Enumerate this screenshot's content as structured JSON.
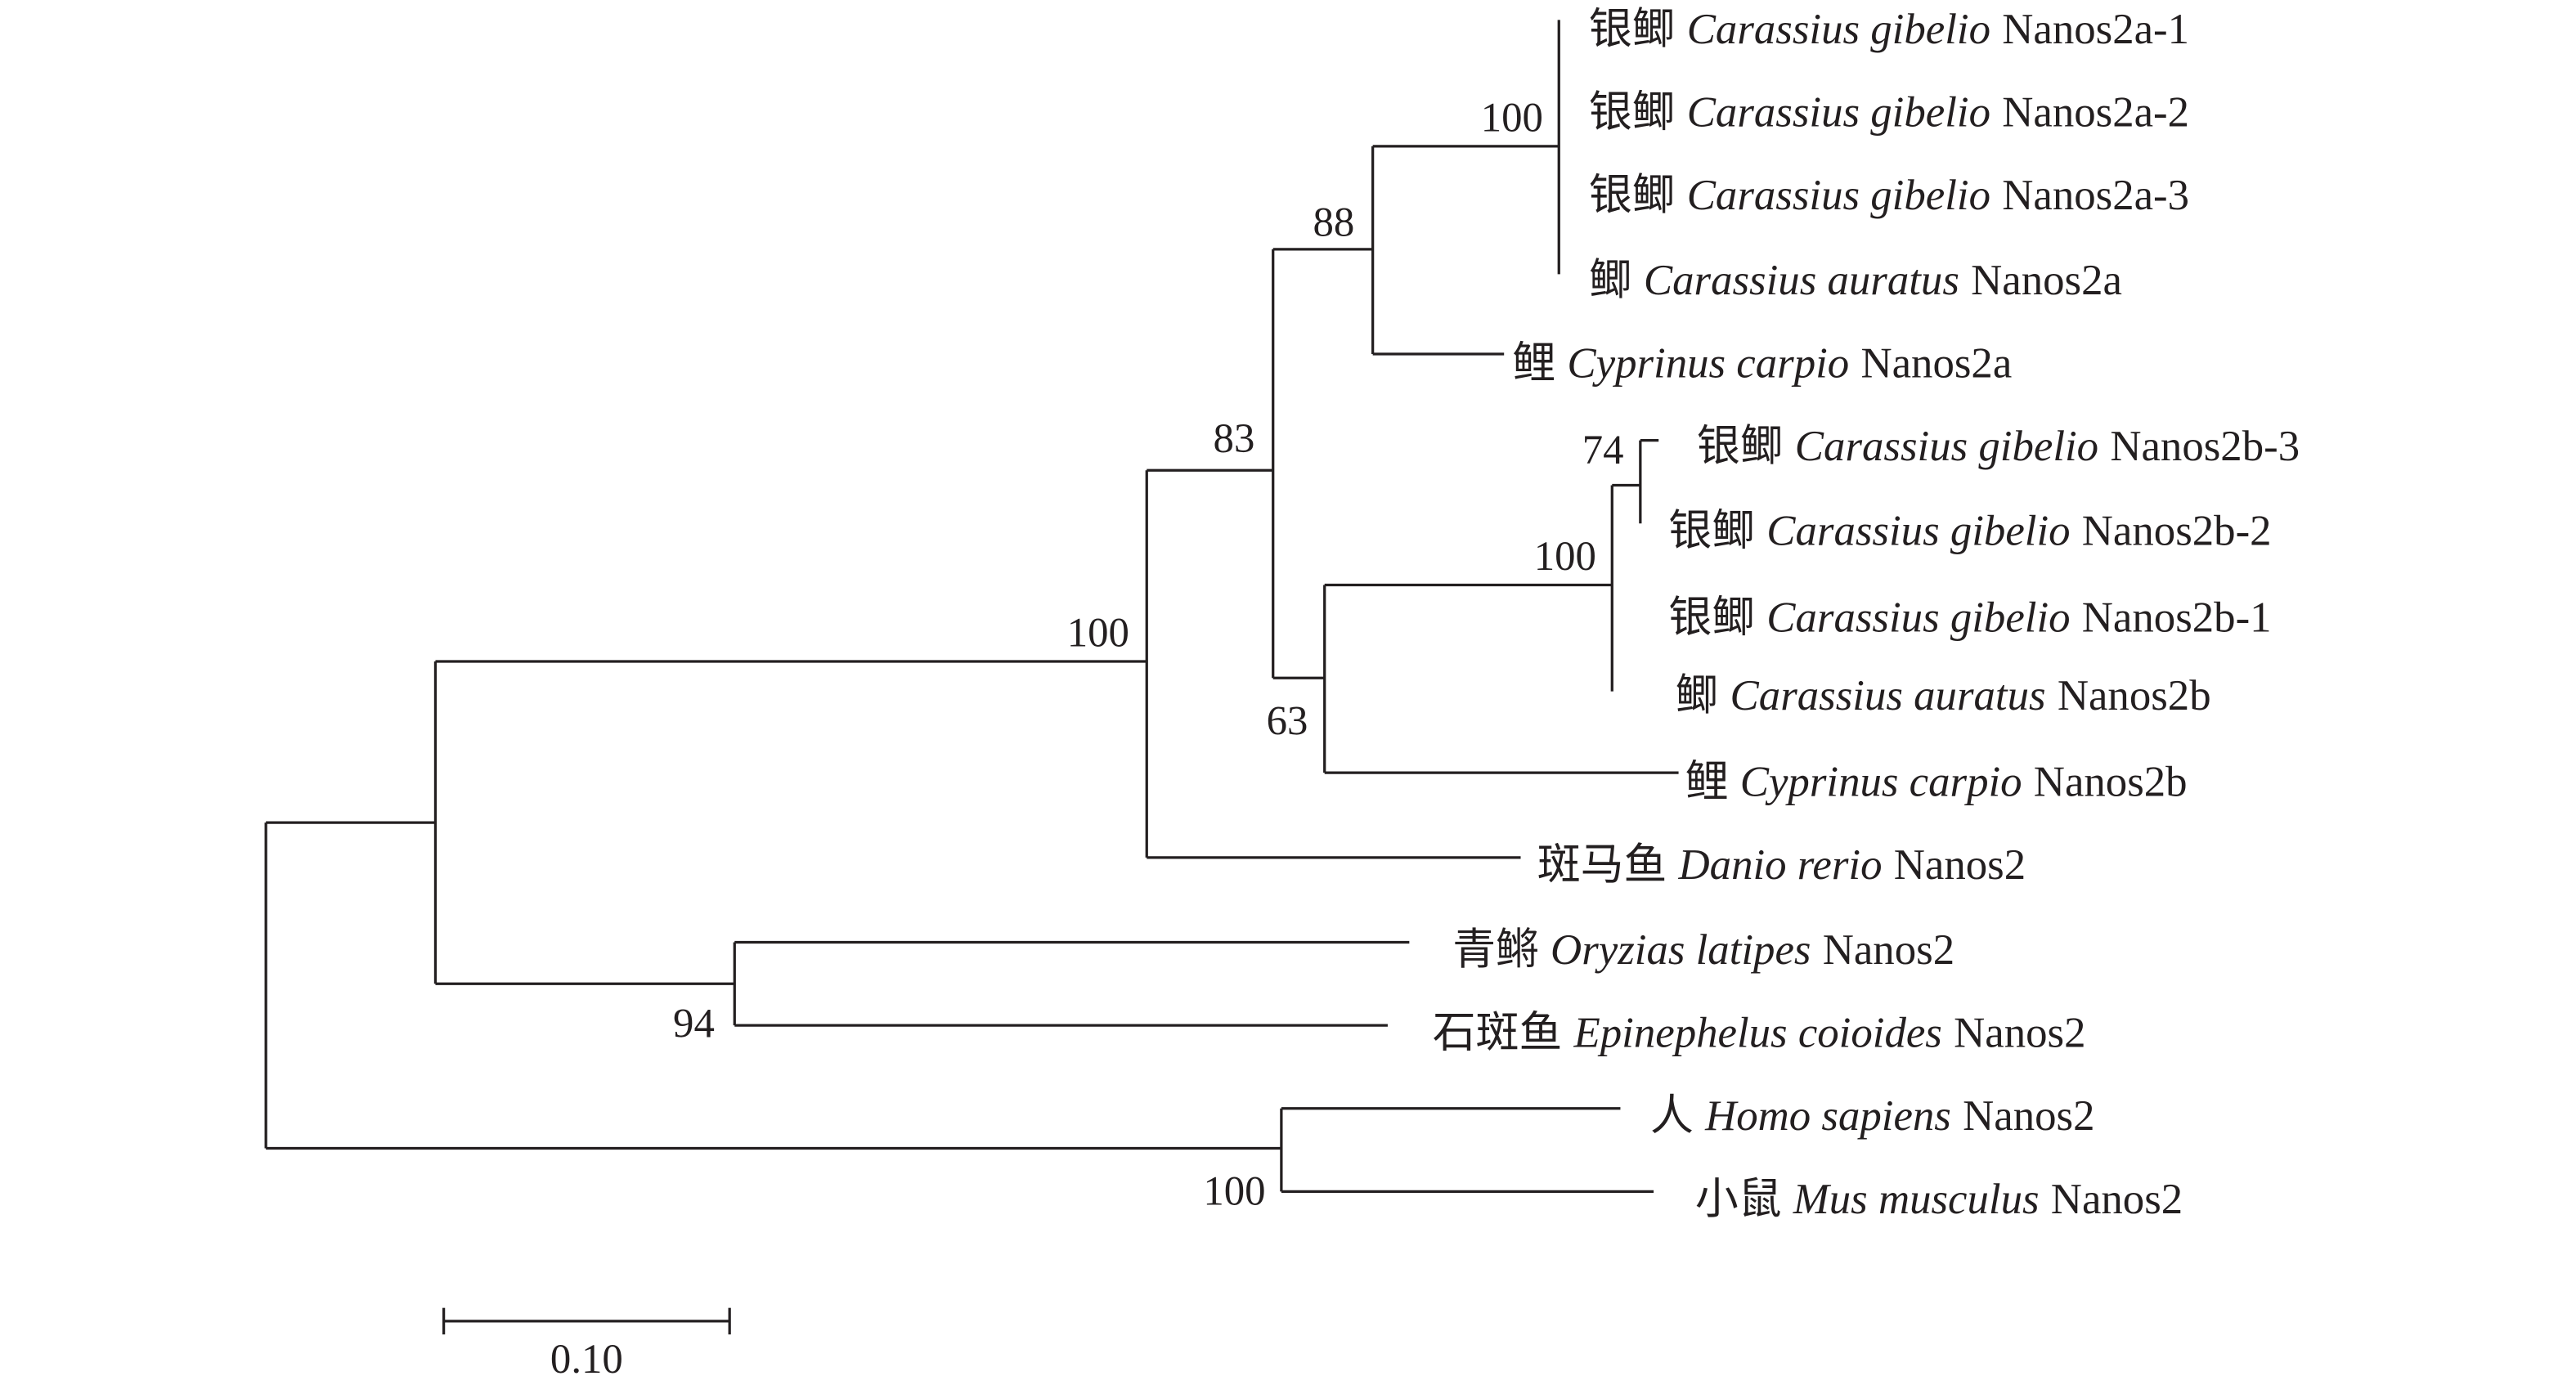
{
  "tree": {
    "taxa": [
      {
        "cn": "银鲫",
        "species": "Carassius gibelio",
        "gene": "Nanos2a-1"
      },
      {
        "cn": "银鲫",
        "species": "Carassius gibelio",
        "gene": "Nanos2a-2"
      },
      {
        "cn": "银鲫",
        "species": "Carassius gibelio",
        "gene": "Nanos2a-3"
      },
      {
        "cn": "鲫",
        "species": "Carassius auratus",
        "gene": "Nanos2a"
      },
      {
        "cn": "鲤",
        "species": "Cyprinus carpio",
        "gene": "Nanos2a"
      },
      {
        "cn": "银鲫",
        "species": "Carassius gibelio",
        "gene": "Nanos2b-3"
      },
      {
        "cn": "银鲫",
        "species": "Carassius gibelio",
        "gene": "Nanos2b-2"
      },
      {
        "cn": "银鲫",
        "species": "Carassius gibelio",
        "gene": "Nanos2b-1"
      },
      {
        "cn": "鲫",
        "species": "Carassius auratus",
        "gene": "Nanos2b"
      },
      {
        "cn": "鲤",
        "species": "Cyprinus carpio",
        "gene": "Nanos2b"
      },
      {
        "cn": "斑马鱼",
        "species": "Danio rerio",
        "gene": "Nanos2"
      },
      {
        "cn": "青鳉",
        "species": "Oryzias latipes",
        "gene": "Nanos2"
      },
      {
        "cn": "石斑鱼",
        "species": "Epinephelus coioides",
        "gene": "Nanos2"
      },
      {
        "cn": "人",
        "species": "Homo sapiens",
        "gene": "Nanos2"
      },
      {
        "cn": "小鼠",
        "species": "Mus musculus",
        "gene": "Nanos2"
      }
    ],
    "bootstrap": {
      "nanos2a_gibelio_auratus": "100",
      "nanos2a_clade": "88",
      "cyprinid_nanos2": "83",
      "nanos2b_74": "74",
      "nanos2b_gibelio_auratus": "100",
      "nanos2b_clade": "63",
      "cyprinidae": "100",
      "medaka_grouper": "94",
      "mammals": "100"
    },
    "scale_bar": "0.10"
  }
}
